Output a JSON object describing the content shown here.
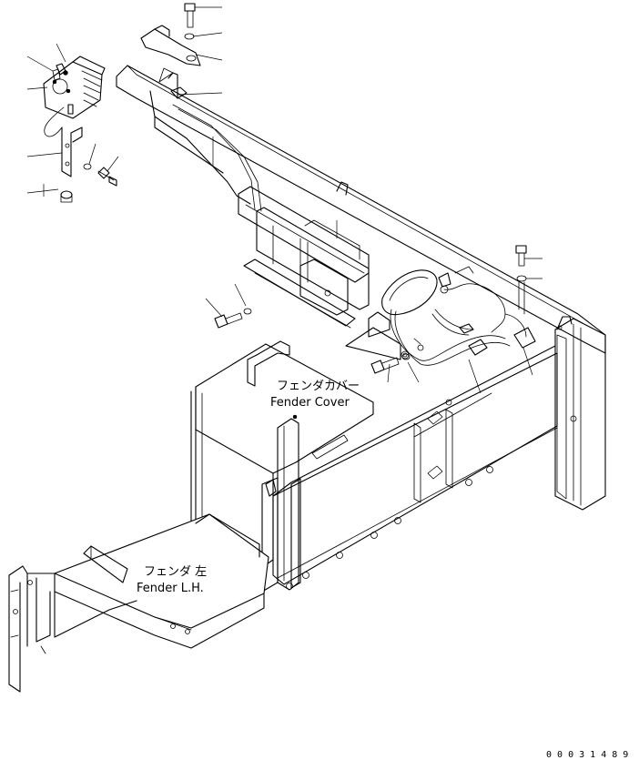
{
  "labels": {
    "fender_cover_jp": "フェンダカバー",
    "fender_cover_en": "Fender Cover",
    "fender_lh_jp": "フェンダ 左",
    "fender_lh_en": "Fender L.H.",
    "drawing_number": "0 0 0 3 1 4 8 9"
  }
}
